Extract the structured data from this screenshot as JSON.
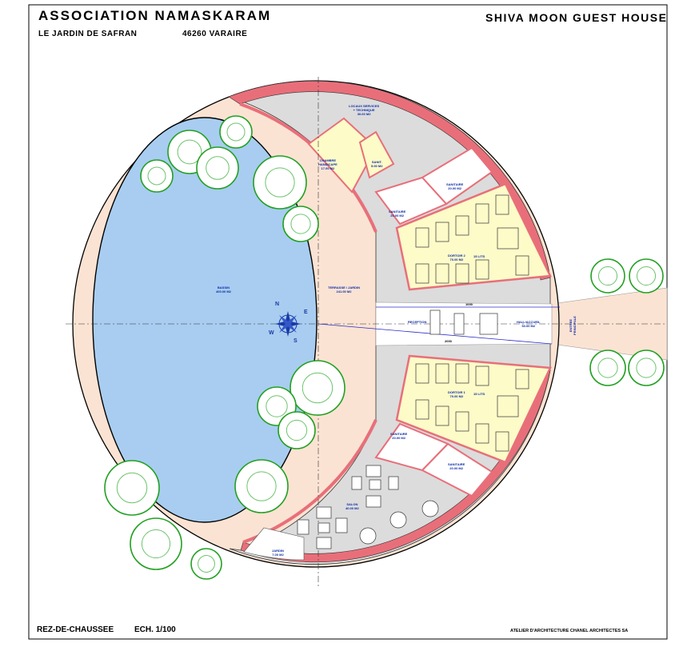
{
  "header": {
    "association": "ASSOCIATION NAMASKARAM",
    "garden": "LE JARDIN DE SAFRAN",
    "town": "46260 VARAIRE",
    "project": "SHIVA MOON GUEST HOUSE"
  },
  "footer": {
    "level": "REZ-DE-CHAUSSEE",
    "scale": "ECH. 1/100",
    "architect": "ATELIER D'ARCHITECTURE CHANEL ARCHITECTES SA"
  },
  "rooms": {
    "bassin": {
      "name": "BASSIN",
      "area": "400.00 M2"
    },
    "terrasse": {
      "name": "TERRASSE / JARDIN",
      "area": "241.00 M2"
    },
    "locaux": {
      "name1": "LOCAUX SERVICES",
      "name2": "+ TECHNIQUE",
      "area": "30.00 M2"
    },
    "chambre": {
      "name1": "CHAMBRE",
      "name2": "HANDICAPE",
      "area": "17.00 M2"
    },
    "sanit": {
      "name": "SANIT.",
      "area": "5.00 M2"
    },
    "sanitaire_ne": {
      "name": "SANITAIRE",
      "area": "20.00 M2"
    },
    "sanitaire_nw": {
      "name": "SANITAIRE",
      "area": "20.00 M2"
    },
    "dortoir2": {
      "name": "DORTOIR 2",
      "area": "70.00 M2",
      "beds": "15 LITS"
    },
    "dortoir1": {
      "name": "DORTOIR 1",
      "area": "70.00 M2",
      "beds": "15 LITS"
    },
    "sanitaire_sw": {
      "name": "SANITAIRE",
      "area": "20.00 M2"
    },
    "sanitaire_se": {
      "name": "SANITAIRE",
      "area": "20.00 M2"
    },
    "reception": {
      "name": "RECEPTION"
    },
    "hall": {
      "name": "HALL/ACCUEIL",
      "area": "60.00 M2"
    },
    "salon": {
      "name": "SALON",
      "area": "40.00 M2"
    },
    "entree": {
      "name1": "ENTREE",
      "name2": "PRINCIPALE"
    },
    "jardin": {
      "name": "JARDIN",
      "area": "7.00 M2"
    }
  },
  "dimensions": {
    "top": "1000",
    "bottom": "2000"
  },
  "compass": {
    "n": "N",
    "e": "E",
    "s": "S",
    "w": "W"
  },
  "colors": {
    "water": "#a8cdf0",
    "terrace": "#fbe3d3",
    "wall": "#e86f7a",
    "circulation": "#dcdcdc",
    "rooms": "#fdfbc8",
    "tree": "#22a022",
    "dimension": "#2b2bcc"
  }
}
